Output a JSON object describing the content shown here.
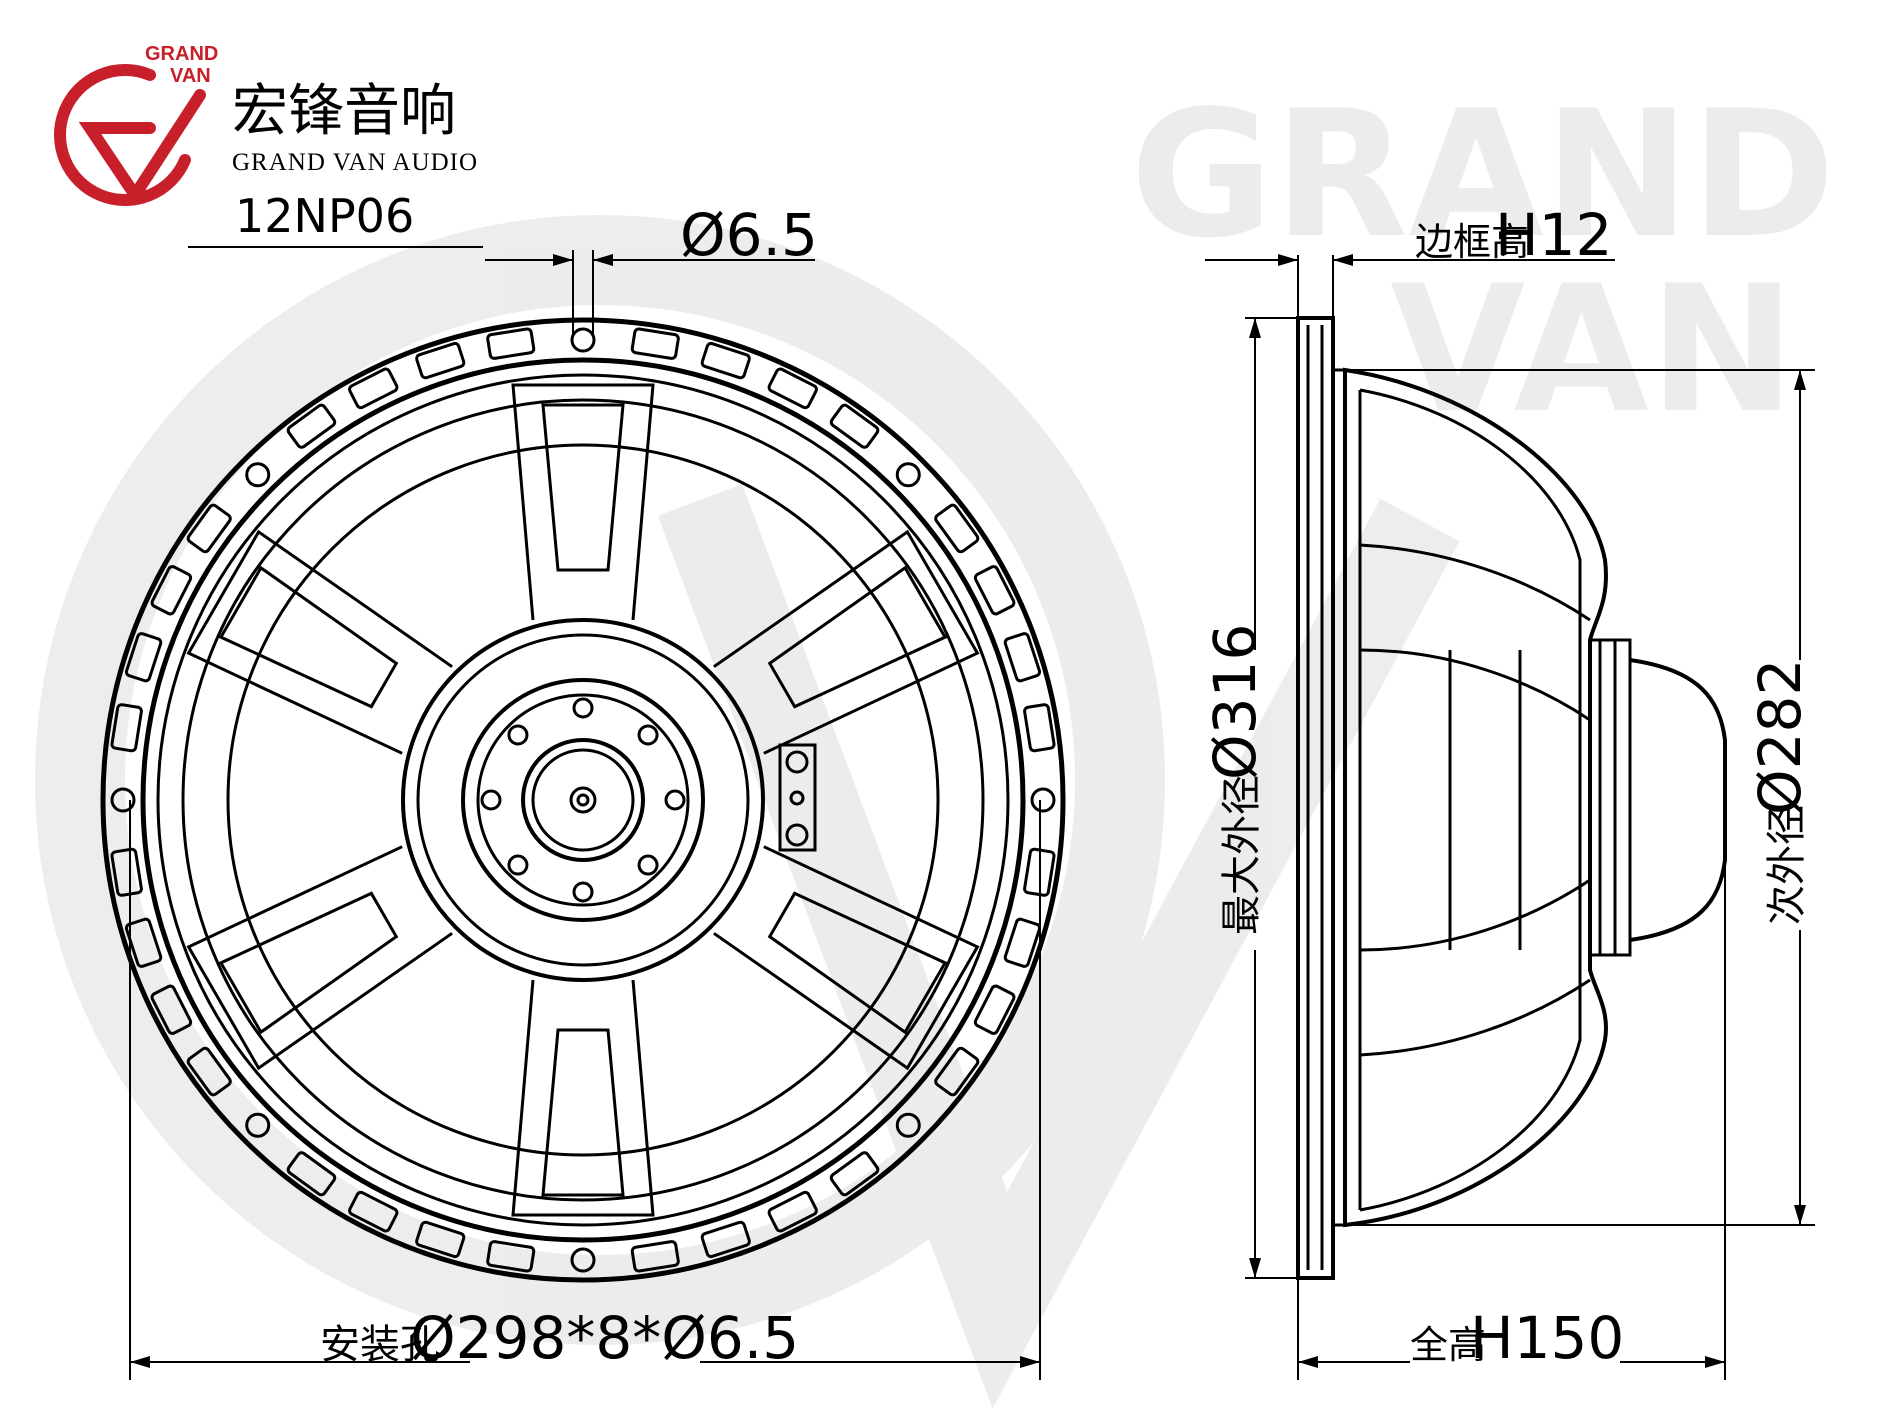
{
  "brand": {
    "logo_text_1": "GRAND",
    "logo_text_2": "VAN",
    "name_cn": "宏锋音响",
    "name_en": "GRAND VAN AUDIO",
    "logo_color": "#c8202a",
    "watermark_1": "GRAND",
    "watermark_2": "VAN"
  },
  "model": "12NP06",
  "front_view": {
    "hole_diameter": "Ø6.5",
    "mounting_label_cn": "安装孔",
    "mounting_value": "Ø298*8*Ø6.5"
  },
  "side_view": {
    "frame_height_cn": "边框高",
    "frame_height_value": "H12",
    "max_od_cn": "最大外径",
    "max_od_value": "Ø316",
    "secondary_od_cn": "次外径",
    "secondary_od_value": "Ø282",
    "total_height_cn": "全高",
    "total_height_value": "H150"
  },
  "colors": {
    "line": "#000000",
    "brand_red": "#c8202a"
  }
}
